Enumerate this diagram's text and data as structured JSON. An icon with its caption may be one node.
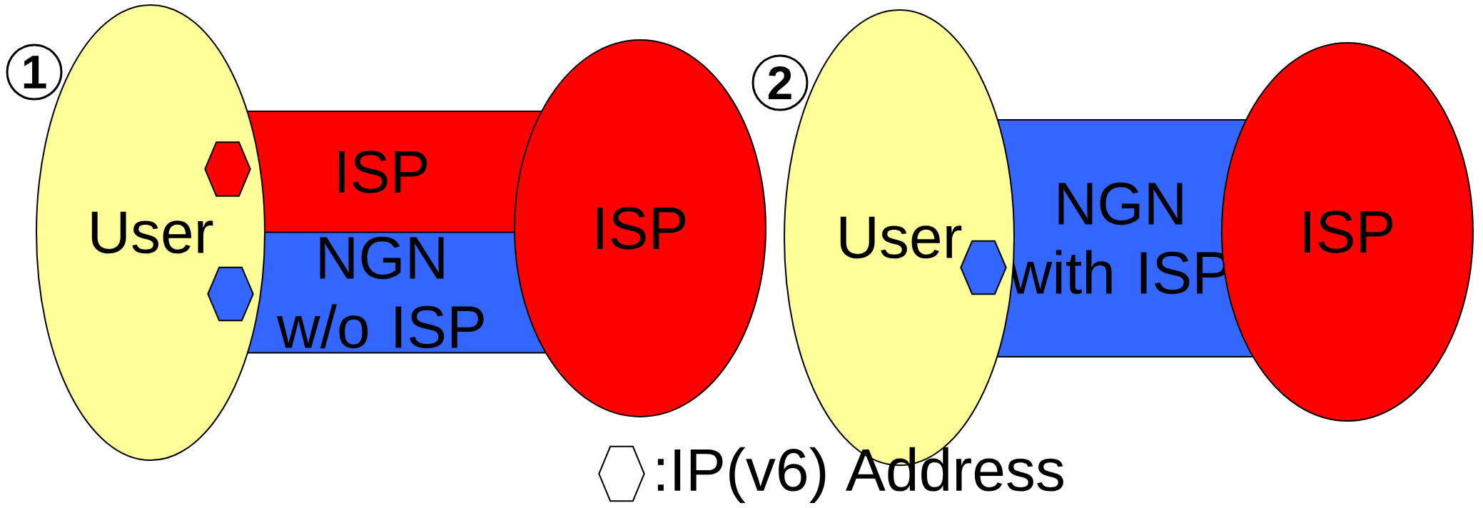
{
  "diagram": {
    "nodes": [
      {
        "text": [
          "User"
        ]
      },
      {
        "text": [
          "ISP"
        ]
      },
      {
        "text": [
          "NGN w/o ISP"
        ]
      },
      {
        "text": [
          "ISP"
        ]
      },
      {
        "text": [],
        "shape": "hexagon",
        "in": 0
      },
      {
        "text": [],
        "shape": "hexagon",
        "in": 0
      },
      {
        "text": [
          "1"
        ]
      },
      {
        "text": [
          "User"
        ]
      },
      {
        "text": [
          "NGN with ISP"
        ]
      },
      {
        "text": [
          "ISP"
        ]
      },
      {
        "text": [],
        "shape": "hexagon",
        "in": 7
      },
      {
        "text": [
          "2"
        ]
      }
    ],
    "legend": [
      {
        "text": ":IP(v6) Address"
      }
    ]
  }
}
